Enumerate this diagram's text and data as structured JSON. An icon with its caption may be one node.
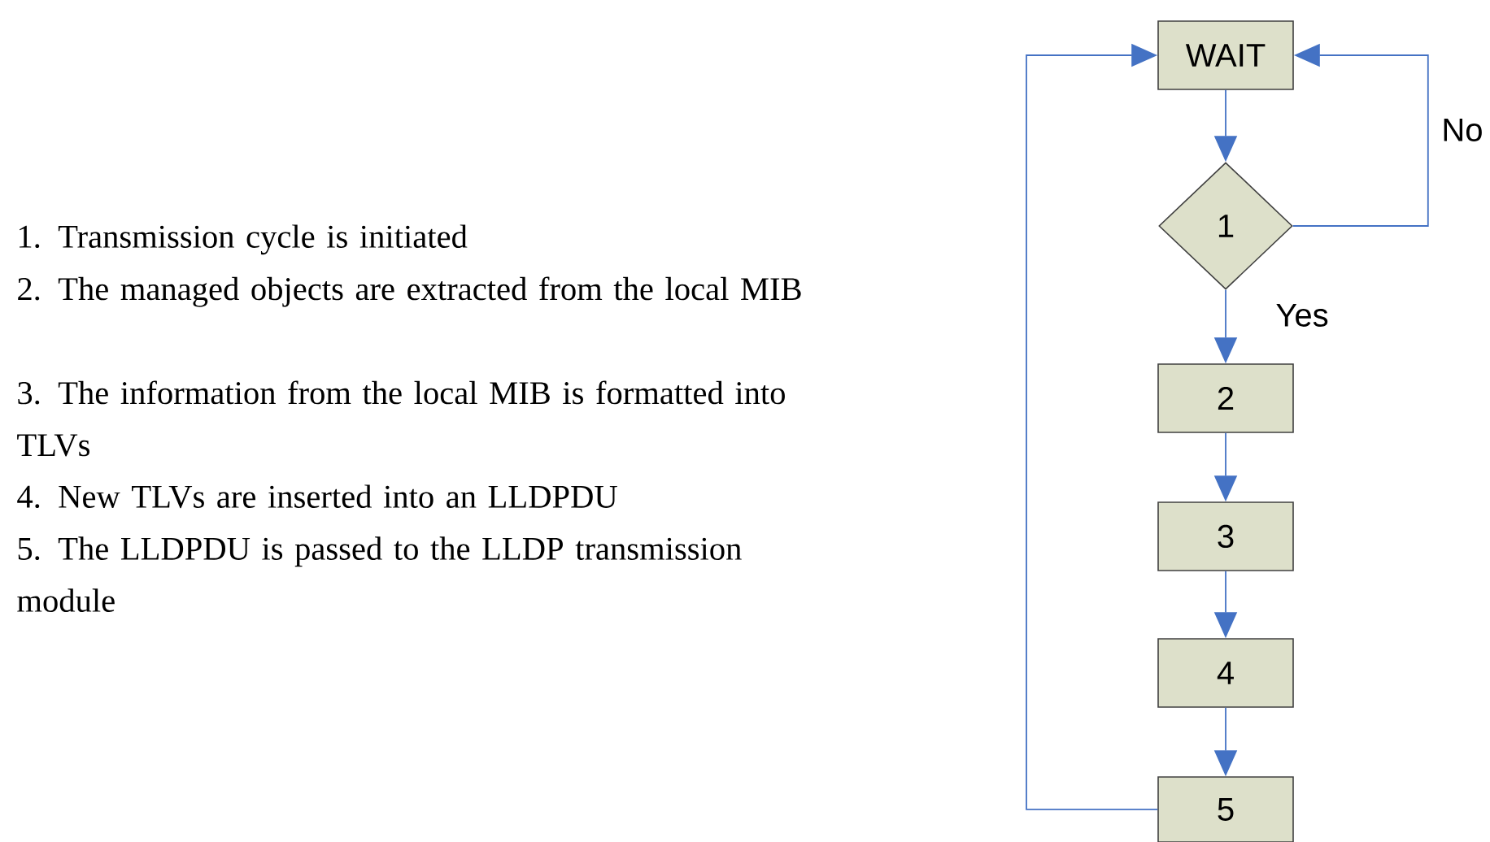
{
  "diagram": {
    "nodes": [
      {
        "text": [
          "WAIT"
        ]
      },
      {
        "text": [
          "1"
        ]
      },
      {
        "text": [
          "2"
        ]
      },
      {
        "text": [
          "3"
        ]
      },
      {
        "text": [
          "4"
        ]
      },
      {
        "text": [
          "5"
        ]
      }
    ],
    "edges": [
      {
        "from": 0,
        "to": 1,
        "arrow": "to"
      },
      {
        "from": 1,
        "to": 0,
        "arrow": "to",
        "label": "No"
      },
      {
        "from": 1,
        "to": 2,
        "arrow": "to",
        "label": "Yes"
      },
      {
        "from": 2,
        "to": 3,
        "arrow": "to"
      },
      {
        "from": 3,
        "to": 4,
        "arrow": "to"
      },
      {
        "from": 4,
        "to": 5,
        "arrow": "to"
      },
      {
        "from": 5,
        "to": 0,
        "arrow": "to"
      }
    ],
    "labels": [
      "1. Transmission cycle is initiated",
      "2. The managed objects are extracted from the local MIB",
      "3. The information from the local MIB is formatted into TLVs",
      "4. New TLVs are inserted into an LLDPDU",
      "5. The LLDPDU is passed to the LLDP transmission module"
    ]
  }
}
